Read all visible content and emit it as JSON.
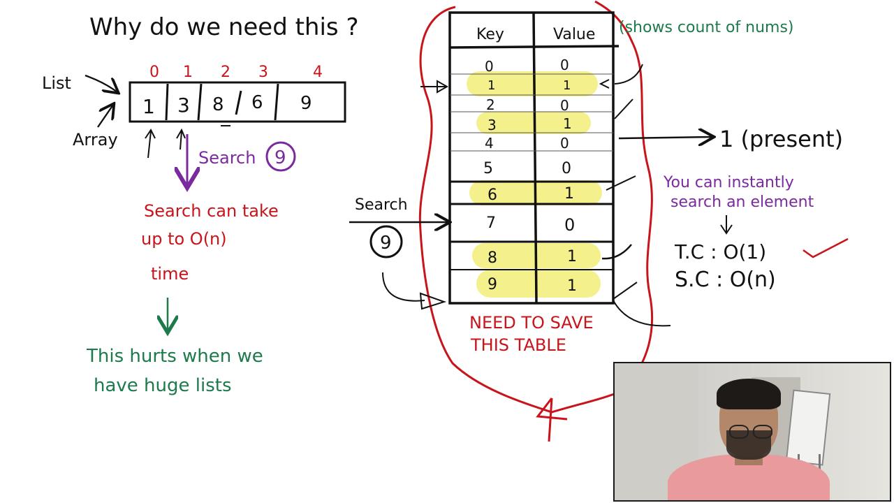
{
  "title": "Why do we need this ?",
  "list_label": "List",
  "array_label": "Array",
  "indices": [
    "0",
    "1",
    "2",
    "3",
    "4"
  ],
  "array_values": [
    "1",
    "3",
    "8",
    "6",
    "9"
  ],
  "search_label": "Search",
  "search_target": "9",
  "search_time_note": [
    "Search can take",
    "up to O(n)",
    "time"
  ],
  "hurt_note": [
    "This hurts when we",
    "have huge lists"
  ],
  "table_headers": {
    "key": "Key",
    "value": "Value"
  },
  "table_header_note": "(shows count of nums)",
  "table_rows": [
    {
      "key": "0",
      "value": "0",
      "highlight": false
    },
    {
      "key": "1",
      "value": "1",
      "highlight": true
    },
    {
      "key": "2",
      "value": "0",
      "highlight": false
    },
    {
      "key": "3",
      "value": "1",
      "highlight": true
    },
    {
      "key": "4",
      "value": "0",
      "highlight": false
    },
    {
      "key": "5",
      "value": "0",
      "highlight": false
    },
    {
      "key": "6",
      "value": "1",
      "highlight": true
    },
    {
      "key": "7",
      "value": "0",
      "highlight": false
    },
    {
      "key": "8",
      "value": "1",
      "highlight": true
    },
    {
      "key": "9",
      "value": "1",
      "highlight": true
    }
  ],
  "table_search_label": "Search",
  "table_search_target": "9",
  "present_note": "1 (present)",
  "instant_note": [
    "You can instantly",
    "search an element"
  ],
  "tc_label": "T.C : O(1)",
  "sc_label": "S.C : O(n)",
  "save_note": [
    "NEED TO SAVE",
    "THIS TABLE"
  ],
  "colors": {
    "ink": "#111111",
    "red": "#c8141a",
    "purple": "#7a2a9e",
    "green": "#1d7a4a",
    "highlight": "#f4f08c"
  }
}
